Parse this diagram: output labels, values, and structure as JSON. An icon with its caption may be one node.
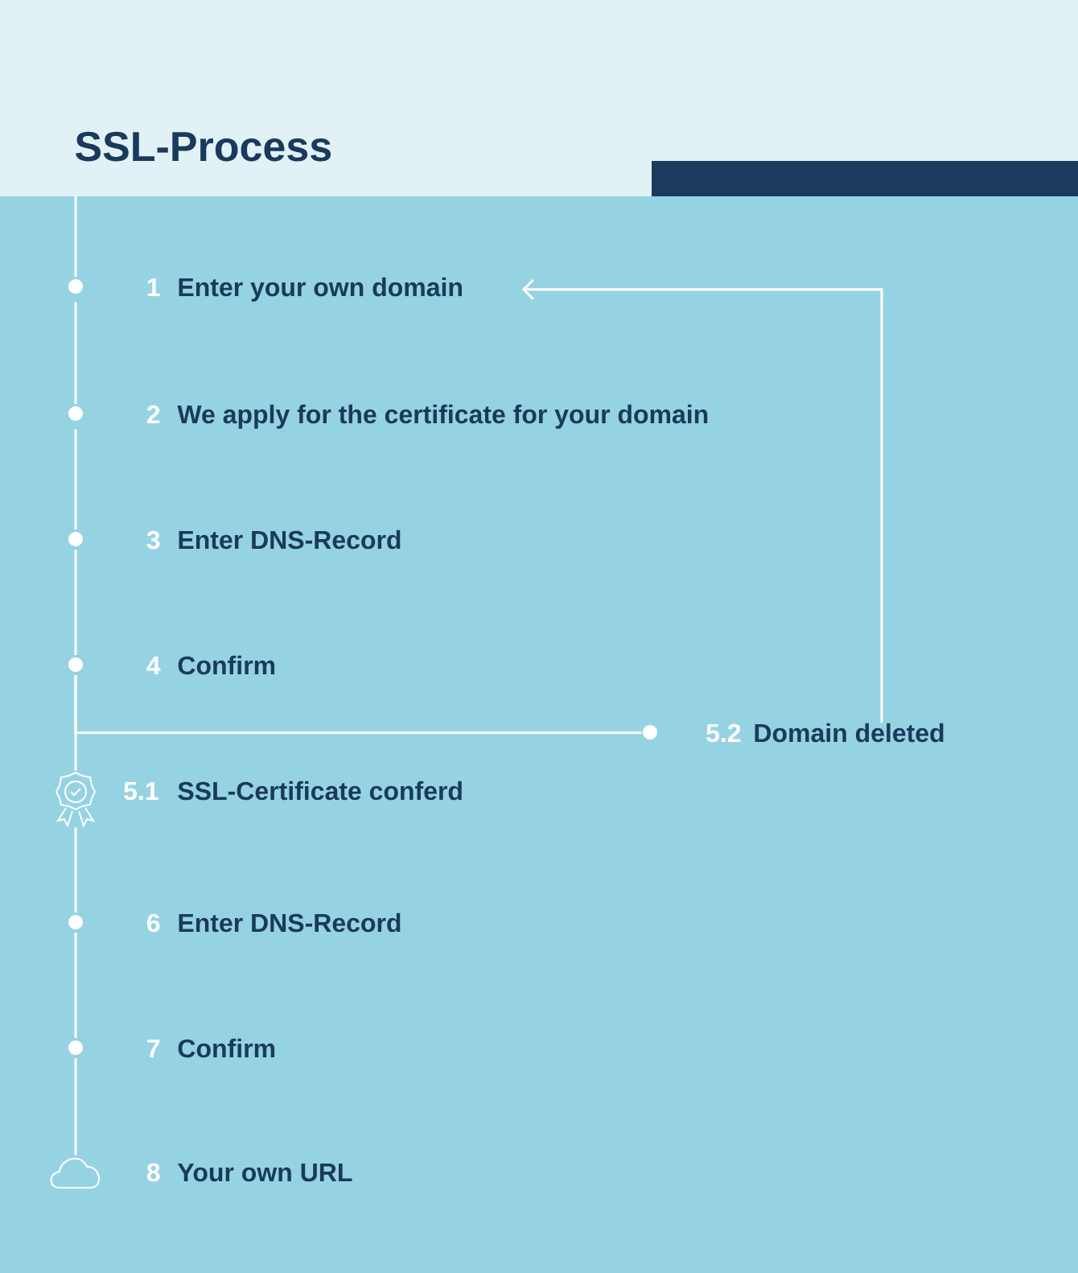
{
  "diagram": {
    "title": "SSL-Process",
    "nodes": [
      {
        "text": [
          "1",
          "Enter your own domain"
        ]
      },
      {
        "text": [
          "2",
          "We apply for the certificate for your domain"
        ]
      },
      {
        "text": [
          "3",
          "Enter DNS-Record"
        ]
      },
      {
        "text": [
          "4",
          "Confirm"
        ]
      },
      {
        "text": [
          "5.2",
          "Domain deleted"
        ]
      },
      {
        "text": [
          "5.1",
          "SSL-Certificate conferd"
        ]
      },
      {
        "text": [
          "6",
          "Enter DNS-Record"
        ]
      },
      {
        "text": [
          "7",
          "Confirm"
        ]
      },
      {
        "text": [
          "8",
          "Your own URL"
        ]
      }
    ],
    "edges": [
      {
        "from": null,
        "to": 0,
        "arrow": "none"
      },
      {
        "from": 0,
        "to": 1,
        "arrow": "none"
      },
      {
        "from": 1,
        "to": 2,
        "arrow": "none"
      },
      {
        "from": 2,
        "to": 3,
        "arrow": "none"
      },
      {
        "from": 3,
        "to": 5,
        "arrow": "none"
      },
      {
        "from": 3,
        "to": 4,
        "arrow": "none"
      },
      {
        "from": 4,
        "to": 0,
        "arrow": "to"
      },
      {
        "from": 5,
        "to": 6,
        "arrow": "none"
      },
      {
        "from": 6,
        "to": 7,
        "arrow": "none"
      },
      {
        "from": 7,
        "to": 8,
        "arrow": "none"
      }
    ]
  }
}
